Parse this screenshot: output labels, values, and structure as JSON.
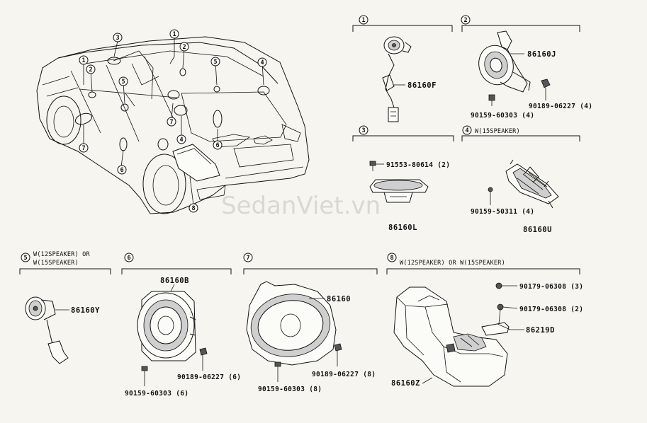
{
  "watermark": "SedanViet.vn",
  "overview": {
    "callout_numbers": [
      "1",
      "1",
      "2",
      "3",
      "4",
      "5",
      "5",
      "6",
      "6",
      "7",
      "7",
      "8",
      "4"
    ]
  },
  "sections": [
    {
      "num": "1",
      "header": "",
      "parts": [
        "86160F"
      ]
    },
    {
      "num": "2",
      "header": "",
      "parts": [
        "86160J",
        "90159-60303 (4)",
        "90189-06227 (4)"
      ]
    },
    {
      "num": "3",
      "header": "",
      "parts": [
        "91553-80614 (2)",
        "86160L"
      ]
    },
    {
      "num": "4",
      "header": "W(15SPEAKER)",
      "parts": [
        "90159-50311 (4)",
        "86160U"
      ]
    },
    {
      "num": "5",
      "header_line1": "W(12SPEAKER) OR",
      "header_line2": "W(15SPEAKER)",
      "parts": [
        "86160Y"
      ]
    },
    {
      "num": "6",
      "header": "",
      "parts": [
        "86160B",
        "90189-06227 (6)",
        "90159-60303 (6)"
      ]
    },
    {
      "num": "7",
      "header": "",
      "parts": [
        "86160",
        "90189-06227 (8)",
        "90159-60303 (8)"
      ]
    },
    {
      "num": "8",
      "header": "W(12SPEAKER) OR W(15SPEAKER)",
      "parts": [
        "90179-06308 (3)",
        "90179-06308 (2)",
        "86219D",
        "86160Z"
      ]
    }
  ]
}
